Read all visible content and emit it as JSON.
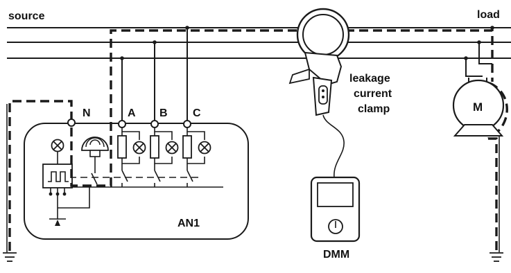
{
  "labels": {
    "source": "source",
    "load": "load",
    "neutral": "N",
    "phase_a": "A",
    "phase_b": "B",
    "phase_c": "C",
    "device": "AN1",
    "clamp_line1": "leakage",
    "clamp_line2": "current",
    "clamp_line3": "clamp",
    "motor": "M",
    "meter": "DMM"
  },
  "icons": {
    "lamp": "lamp-icon",
    "relay": "pulse-relay-icon",
    "siren": "siren-icon",
    "ground": "ground-icon",
    "motor": "motor-icon",
    "clamp": "clamp-meter-icon",
    "meter": "multimeter-icon"
  }
}
